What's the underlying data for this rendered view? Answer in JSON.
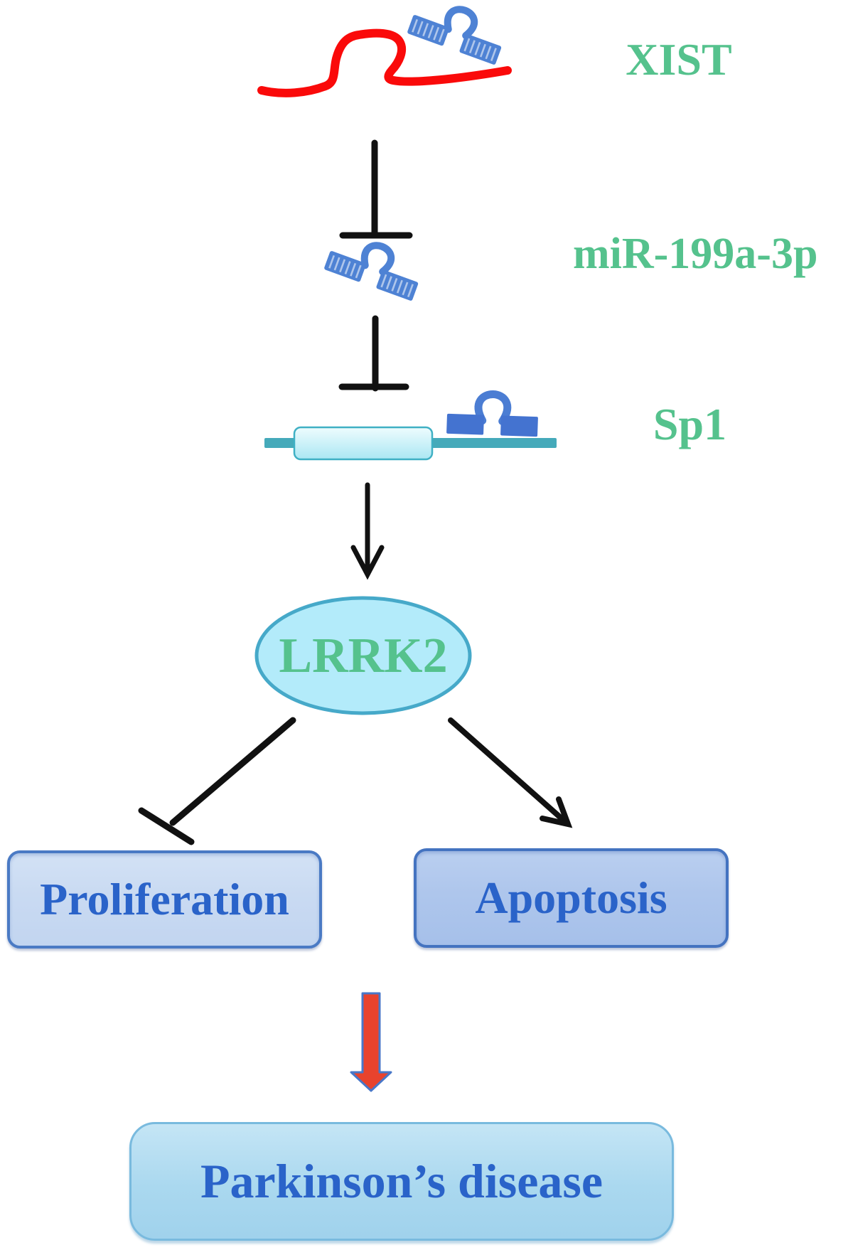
{
  "figure": {
    "background": "#ffffff",
    "labels": {
      "xist": "XIST",
      "mir199a3p": "miR-199a-3p",
      "sp1": "Sp1",
      "lrrk2": "LRRK2",
      "proliferation": "Proliferation",
      "apoptosis": "Apoptosis",
      "parkinsons": "Parkinson’s disease"
    },
    "icons": {
      "xist_rna": "red-wavy-lncRNA-strand",
      "bound_mirna": "blue-miRNA-hairpin-hatched",
      "free_mirna": "blue-miRNA-hairpin-hatched",
      "sp1_mrna": "teal-mRNA-line-with-ORF-box",
      "sp1_bound_mirna": "blue-miRNA-hairpin-solid",
      "inhibition": "t-bar",
      "activation": "thin-arrow",
      "outcome": "red-block-arrow"
    },
    "edges": [
      {
        "from": "XIST",
        "to": "miR-199a-3p",
        "type": "inhibition"
      },
      {
        "from": "miR-199a-3p",
        "to": "Sp1",
        "type": "inhibition"
      },
      {
        "from": "Sp1",
        "to": "LRRK2",
        "type": "activation"
      },
      {
        "from": "LRRK2",
        "to": "Proliferation",
        "type": "inhibition"
      },
      {
        "from": "LRRK2",
        "to": "Apoptosis",
        "type": "activation"
      },
      {
        "from": "Proliferation / Apoptosis",
        "to": "Parkinson’s disease",
        "type": "leads-to"
      }
    ],
    "colors": {
      "label_green": "#55c28d",
      "rna_red": "#fa0a0a",
      "hairpin_blue": "#4e82d4",
      "hairpin_blue_dark": "#4473d0",
      "mrna_teal": "#45aaba",
      "orf_fill": "#c9eff9",
      "lrrk2_fill": "#b3ebfa",
      "lrrk2_border": "#46a9c9",
      "box_text_blue": "#2a63c9",
      "proliferation_fill": "#c9daf2",
      "apoptosis_fill": "#aec6ec",
      "box_border_blue": "#4a7ac4",
      "parkinsons_fill": "#aad8ef",
      "parkinsons_border": "#79bade",
      "block_arrow_red": "#e8432d",
      "block_arrow_outline": "#4877c8",
      "connector_black": "#111111"
    }
  }
}
